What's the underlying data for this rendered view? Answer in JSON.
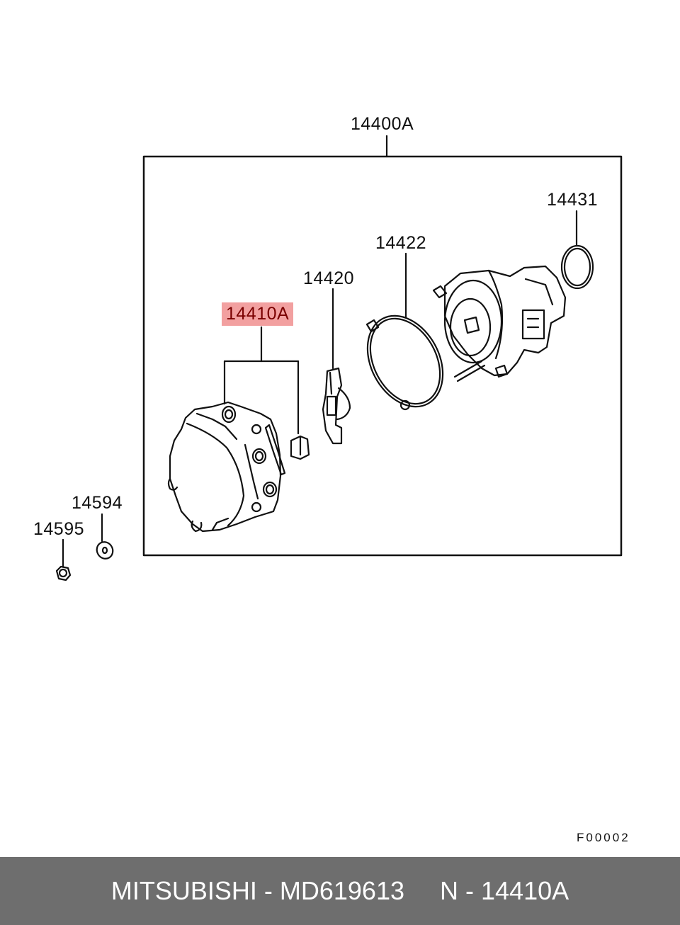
{
  "callouts": {
    "assembly": "14400A",
    "o_ring": "14431",
    "gasket": "14422",
    "rotor": "14420",
    "cap": "14410A",
    "washer": "14594",
    "nut": "14595"
  },
  "diagram_code": "F00002",
  "footer": {
    "brand": "MITSUBISHI",
    "sep1": " - ",
    "part_number": "MD619613",
    "gap": "     ",
    "ref_prefix": "N",
    "sep2": " - ",
    "ref_code": "14410A"
  },
  "colors": {
    "highlight": "#f2a0a0",
    "footer_bg": "#6e6e6e",
    "line": "#111111"
  }
}
